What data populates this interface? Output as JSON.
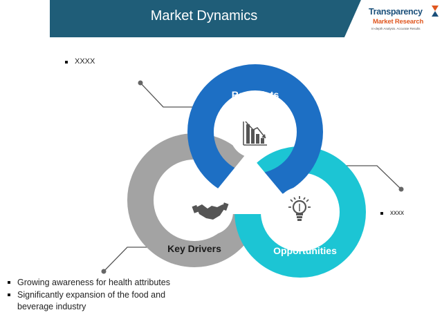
{
  "header": {
    "title": "Market Dynamics",
    "bar_color": "#1f5d78",
    "accent_color": "#ffffff"
  },
  "logo": {
    "line1": "Transparency",
    "line2": "Market Research",
    "line3": "In-depth Analysis. Accurate Results"
  },
  "circles": {
    "restraints": {
      "label": "Restraints",
      "color": "#1d6fc4",
      "icon": "declining-bar-chart-icon"
    },
    "opportunities": {
      "label": "Opportunities",
      "color": "#1cc5d4",
      "icon": "lightbulb-icon"
    },
    "key_drivers": {
      "label": "Key Drivers",
      "color": "#a3a3a3",
      "icon": "handshake-icon"
    }
  },
  "restraints_points": [
    "XXXX"
  ],
  "opportunities_points": [
    "xxxx"
  ],
  "key_drivers_points": [
    "Growing awareness for health attributes",
    "Significantly expansion of the food and beverage industry"
  ]
}
